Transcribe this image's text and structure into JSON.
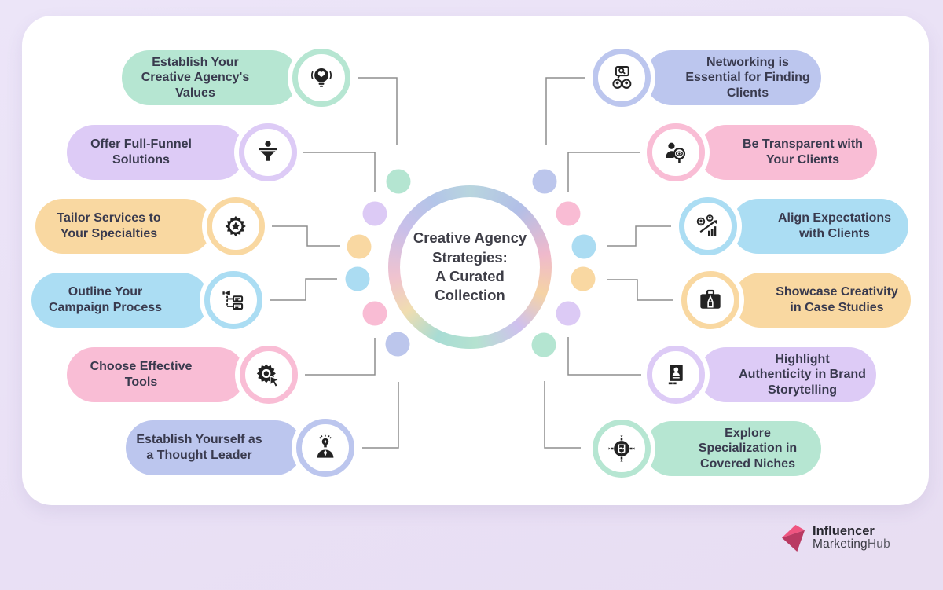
{
  "title": "Creative Agency\nStrategies:\nA Curated\nCollection",
  "left_items": [
    {
      "label": "Establish Your Creative Agency's Values",
      "color": "#b6e6d2",
      "icon": "values-bulb-heart-icon"
    },
    {
      "label": "Offer Full-Funnel Solutions",
      "color": "#ddcbf6",
      "icon": "funnel-icon"
    },
    {
      "label": "Tailor Services to Your Specialties",
      "color": "#f9d8a1",
      "icon": "gear-star-icon"
    },
    {
      "label": "Outline Your Campaign Process",
      "color": "#abddf3",
      "icon": "campaign-process-icon"
    },
    {
      "label": "Choose Effective Tools",
      "color": "#f9bdd5",
      "icon": "tools-gear-cursor-icon"
    },
    {
      "label": "Establish Yourself as a Thought Leader",
      "color": "#bcc6ee",
      "icon": "thought-leader-icon"
    }
  ],
  "right_items": [
    {
      "label": "Networking is Essential for Finding Clients",
      "color": "#bcc6ee",
      "icon": "networking-chat-icon"
    },
    {
      "label": "Be Transparent with Your Clients",
      "color": "#f9bdd5",
      "icon": "transparency-magnifier-icon"
    },
    {
      "label": "Align Expectations with Clients",
      "color": "#abddf3",
      "icon": "expectations-chart-icon"
    },
    {
      "label": "Showcase Creativity in Case Studies",
      "color": "#f9d8a1",
      "icon": "briefcase-pencil-icon"
    },
    {
      "label": "Highlight Authenticity in Brand Storytelling",
      "color": "#ddcbf6",
      "icon": "id-badge-icon"
    },
    {
      "label": "Explore Specialization in Covered Niches",
      "color": "#b6e6d2",
      "icon": "target-niche-icon"
    }
  ],
  "dots": {
    "left": [
      "#b4e5d1",
      "#dccaf5",
      "#f9d8a2",
      "#abdcf2",
      "#f9bcd4",
      "#bcc6ec"
    ],
    "right": [
      "#bcc6ec",
      "#f9bcd4",
      "#abdcf2",
      "#f9d8a2",
      "#dccaf5",
      "#b4e5d1"
    ]
  },
  "logo": {
    "line1": "Influencer",
    "line2_a": "Marketing",
    "line2_b": "Hub",
    "mark_light": "#ef5580",
    "mark_dark": "#b93a62"
  },
  "colors": {
    "background": "#ebe3f6",
    "card": "#ffffff",
    "connector": "#8d8d8d",
    "text_dark": "#393a4e",
    "title_text": "#3e3e47"
  }
}
